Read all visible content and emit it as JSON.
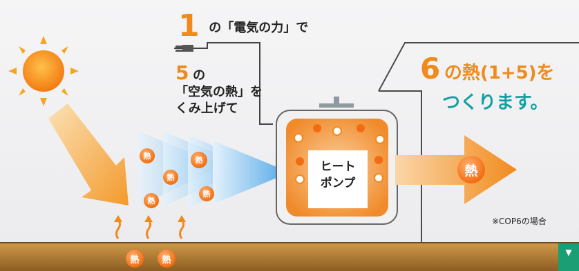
{
  "line1": {
    "number": "1",
    "text": "の「電気の力」で"
  },
  "line5": {
    "number": "5",
    "suffix": "の",
    "text2": "「空気の熱」を",
    "text3": "くみ上げて"
  },
  "result": {
    "number": "6",
    "line1_rest": "の熱(1+5)を",
    "line2": "つくります。"
  },
  "heatpump": {
    "line1": "ヒート",
    "line2": "ポンプ"
  },
  "heat_char": "熱",
  "note": "※COP6の場合",
  "corner_button_icon": "chevron-down-icon",
  "colors": {
    "orange": "#f08a1c",
    "teal": "#12a1a3",
    "ground": "#a9742c",
    "sky_blue": "#4aa8e8",
    "corner_green": "#1a9e73"
  }
}
